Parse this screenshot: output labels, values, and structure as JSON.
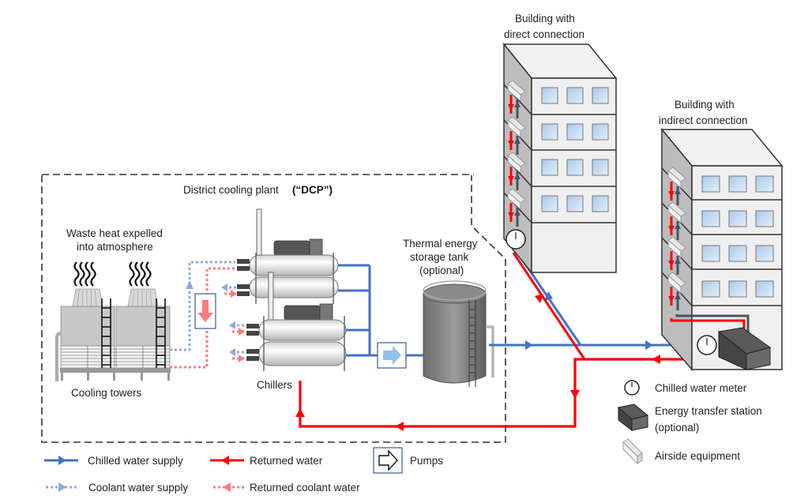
{
  "title": "District cooling plant",
  "title_abbrev": "(“DCP”)",
  "labels": {
    "waste_heat_line1": "Waste heat expelled",
    "waste_heat_line2": "into atmosphere",
    "cooling_towers": "Cooling towers",
    "chillers": "Chillers",
    "tes_line1": "Thermal energy",
    "tes_line2": "storage tank",
    "tes_line3": "(optional)",
    "bldg_direct_line1": "Building  with",
    "bldg_direct_line2": "direct connection",
    "bldg_indirect_line1": "Building  with",
    "bldg_indirect_line2": "indirect connection"
  },
  "legend": {
    "chilled_water_supply": "Chilled  water supply",
    "returned_water": "Returned water",
    "pumps": "Pumps",
    "coolant_water_supply": "Coolant water supply",
    "returned_coolant_water": "Returned coolant water",
    "chilled_water_meter": "Chilled  water meter",
    "energy_transfer_station_line1": "Energy  transfer station",
    "energy_transfer_station_line2": "(optional)",
    "airside_equipment": "Airside equipment"
  },
  "colors": {
    "chilled_supply": "#4472c4",
    "returned": "#ff0000",
    "coolant_supply": "#8fa9dc",
    "returned_coolant": "#ff7b7b",
    "riser_supply": "#44546a",
    "window": "#bcd6ee",
    "pump_arrow": "#8fc3e8"
  }
}
